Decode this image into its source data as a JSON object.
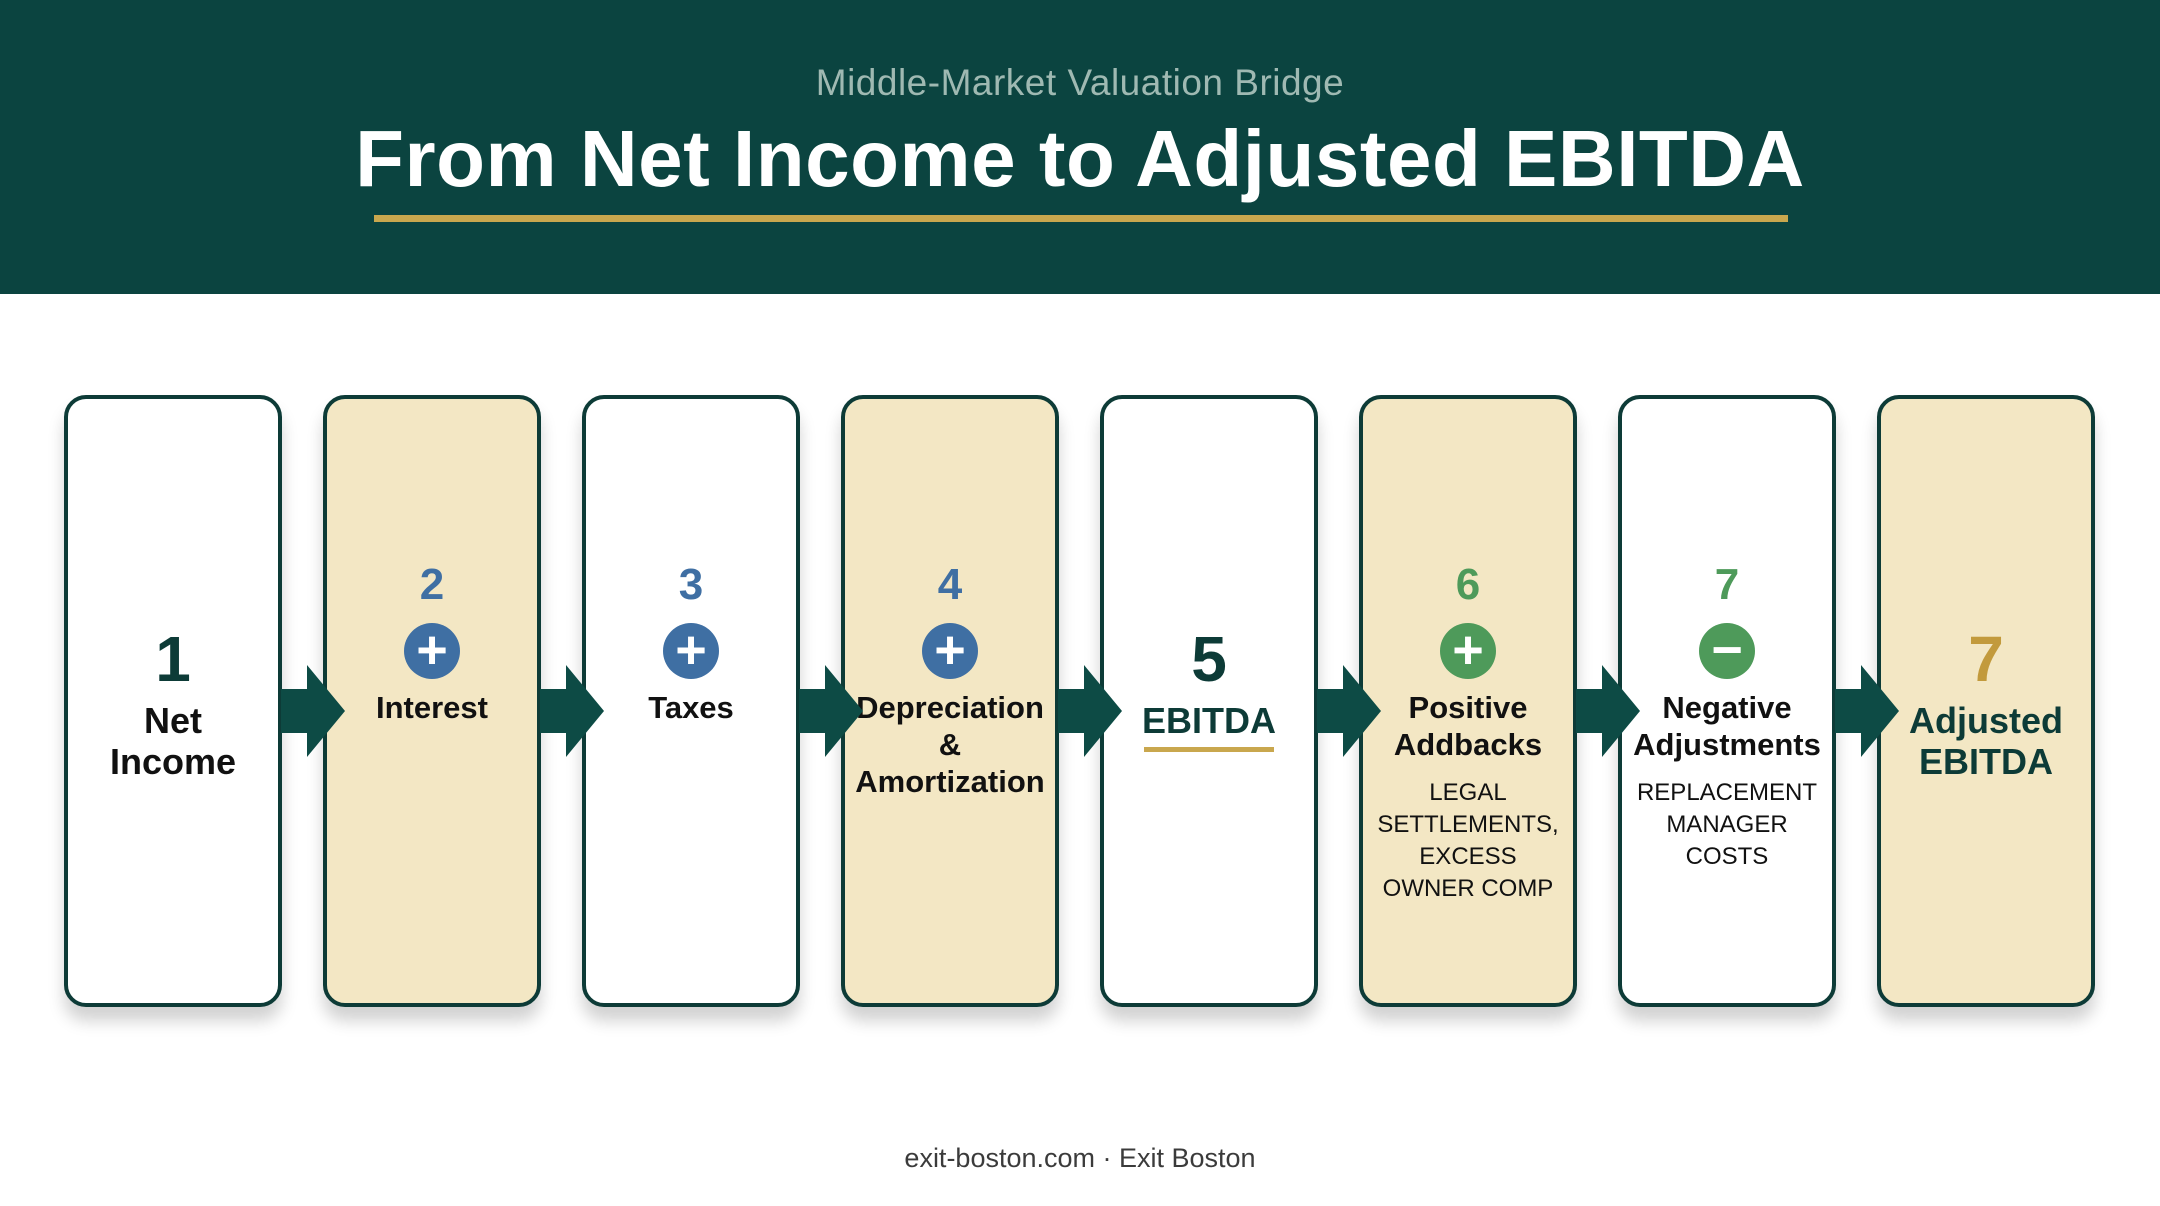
{
  "header": {
    "subtitle": "Middle-Market Valuation Bridge",
    "title": "From Net Income to Adjusted EBITDA"
  },
  "steps": [
    {
      "number": "1",
      "label_lines": [
        "Net",
        "Income"
      ],
      "sign": "",
      "detail_lines": []
    },
    {
      "number": "2",
      "label_lines": [
        "Interest"
      ],
      "sign": "+",
      "detail_lines": []
    },
    {
      "number": "3",
      "label_lines": [
        "Taxes"
      ],
      "sign": "+",
      "detail_lines": []
    },
    {
      "number": "4",
      "label_lines": [
        "Depreciation",
        "&",
        "Amortization"
      ],
      "sign": "+",
      "detail_lines": []
    },
    {
      "number": "5",
      "label_lines": [
        "EBITDA"
      ],
      "sign": "",
      "detail_lines": []
    },
    {
      "number": "6",
      "label_lines": [
        "Positive",
        "Addbacks"
      ],
      "sign": "+",
      "detail_lines": [
        "LEGAL",
        "SETTLEMENTS,",
        "EXCESS",
        "OWNER COMP"
      ]
    },
    {
      "number": "7",
      "label_lines": [
        "Negative",
        "Adjustments"
      ],
      "sign": "−",
      "detail_lines": [
        "REPLACEMENT",
        "MANAGER",
        "COSTS"
      ]
    },
    {
      "number": "7",
      "label_lines": [
        "Adjusted",
        "EBITDA"
      ],
      "sign": "",
      "detail_lines": []
    }
  ],
  "footer": {
    "text": "exit-boston.com · Exit Boston"
  },
  "colors": {
    "header_bg": "#0b4440",
    "accent_gold": "#c9a74e",
    "card_beige": "#f3e7c4",
    "plus_blue": "#3f6fa3",
    "sign_green": "#4e9a5a"
  }
}
